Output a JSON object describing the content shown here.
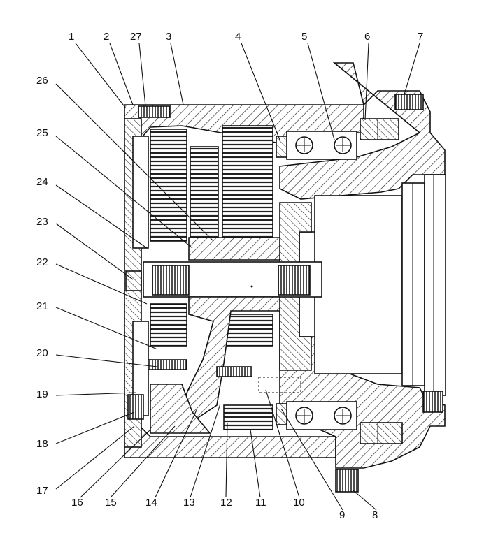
{
  "diagram": {
    "callouts": [
      {
        "id": "c1",
        "label": "1"
      },
      {
        "id": "c2",
        "label": "2"
      },
      {
        "id": "c27",
        "label": "27"
      },
      {
        "id": "c3",
        "label": "3"
      },
      {
        "id": "c4",
        "label": "4"
      },
      {
        "id": "c5",
        "label": "5"
      },
      {
        "id": "c6",
        "label": "6"
      },
      {
        "id": "c7",
        "label": "7"
      },
      {
        "id": "c26",
        "label": "26"
      },
      {
        "id": "c25",
        "label": "25"
      },
      {
        "id": "c24",
        "label": "24"
      },
      {
        "id": "c23",
        "label": "23"
      },
      {
        "id": "c22",
        "label": "22"
      },
      {
        "id": "c21",
        "label": "21"
      },
      {
        "id": "c20",
        "label": "20"
      },
      {
        "id": "c19",
        "label": "19"
      },
      {
        "id": "c18",
        "label": "18"
      },
      {
        "id": "c17",
        "label": "17"
      },
      {
        "id": "c16",
        "label": "16"
      },
      {
        "id": "c15",
        "label": "15"
      },
      {
        "id": "c14",
        "label": "14"
      },
      {
        "id": "c13",
        "label": "13"
      },
      {
        "id": "c12",
        "label": "12"
      },
      {
        "id": "c11",
        "label": "11"
      },
      {
        "id": "c10",
        "label": "10"
      },
      {
        "id": "c9",
        "label": "9"
      },
      {
        "id": "c8",
        "label": "8"
      }
    ]
  }
}
